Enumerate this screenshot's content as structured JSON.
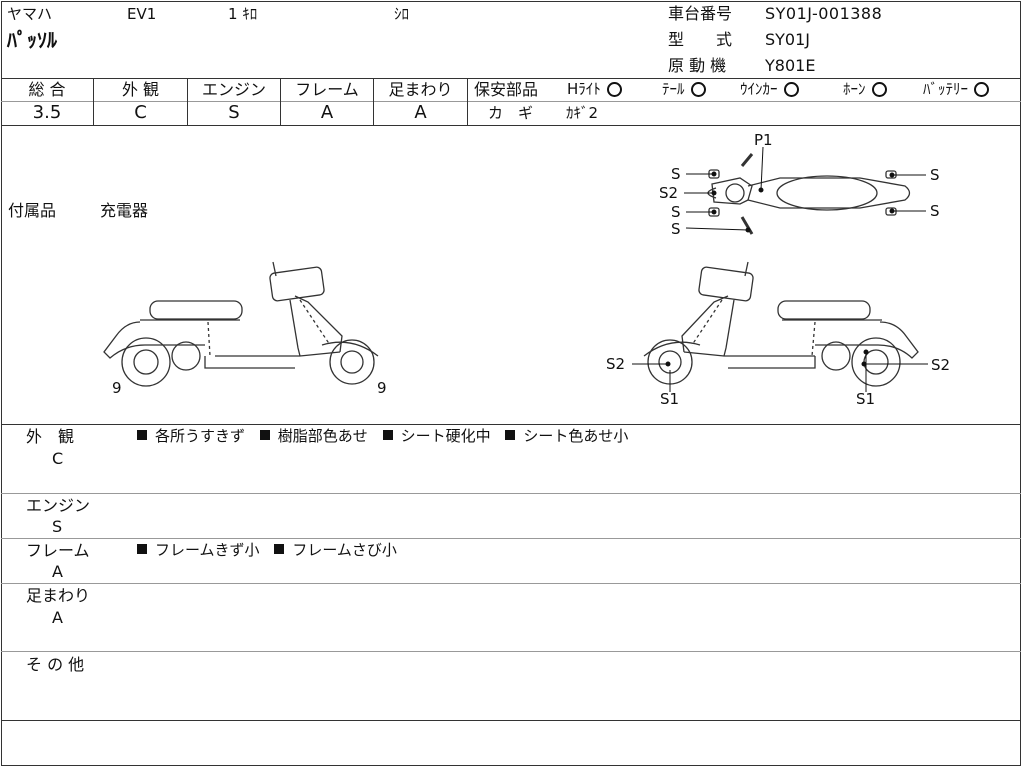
{
  "header": {
    "maker": "ヤマハ",
    "model_code": "EV1",
    "distance": "1 ｷﾛ",
    "color": "ｼﾛ",
    "name": "ﾊﾟｯｿﾙ",
    "chassis_label": "車台番号",
    "chassis_value": "SY01J-001388",
    "type_label": "型　　式",
    "type_value": "SY01J",
    "engine_label": "原 動 機",
    "engine_value": "Y801E"
  },
  "grades": {
    "labels": [
      "総 合",
      "外 観",
      "エンジン",
      "フレーム",
      "足まわり"
    ],
    "values": [
      "3.5",
      "C",
      "S",
      "A",
      "A"
    ]
  },
  "safety": {
    "label": "保安部品",
    "items": [
      "Hﾗｲﾄ",
      "ﾃｰﾙ",
      "ｳｲﾝｶｰ",
      "ﾎｰﾝ",
      "ﾊﾞｯﾃﾘｰ"
    ],
    "key_label": "カ　ギ",
    "key_value": "ｶｷﾞ2"
  },
  "accessories": {
    "label": "付属品",
    "value": "充電器"
  },
  "diagram": {
    "top_marks": [
      "P1",
      "S",
      "S2",
      "S",
      "S",
      "S",
      "S"
    ],
    "left_marks": [
      "9",
      "9"
    ],
    "right_marks": [
      "S2",
      "S1",
      "S2",
      "S1"
    ]
  },
  "notes": [
    {
      "label": "外　観",
      "grade": "C",
      "items": [
        "各所うすきず",
        "樹脂部色あせ",
        "シート硬化中",
        "シート色あせ小"
      ]
    },
    {
      "label": "エンジン",
      "grade": "S",
      "items": []
    },
    {
      "label": "フレーム",
      "grade": "A",
      "items": [
        "フレームきず小",
        "フレームさび小"
      ]
    },
    {
      "label": "足まわり",
      "grade": "A",
      "items": []
    },
    {
      "label": "そ の 他",
      "grade": "",
      "items": []
    }
  ]
}
